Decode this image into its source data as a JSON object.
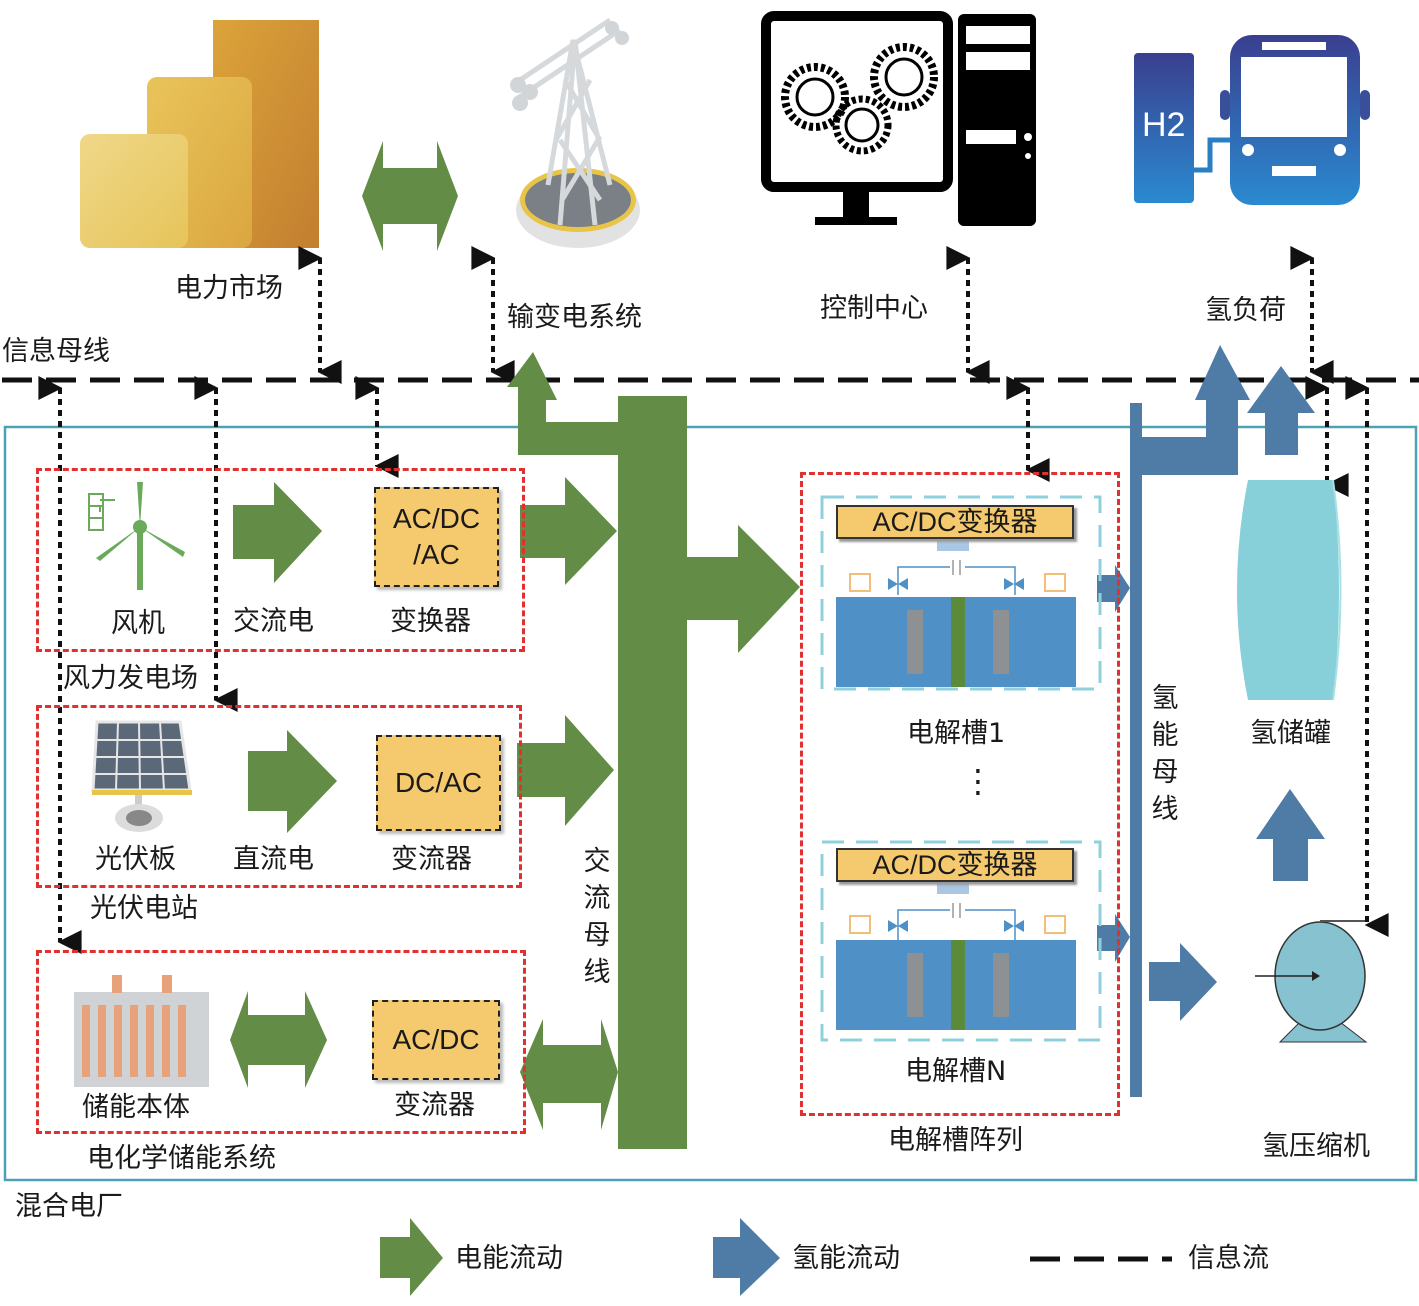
{
  "top": {
    "market": "电力市场",
    "grid": "输变电系统",
    "control": "控制中心",
    "h2load": "氢负荷",
    "h2_icon_text": "H2"
  },
  "info_bus": "信息母线",
  "plant": {
    "title": "混合电厂",
    "wind": {
      "group": "风力发电场",
      "source": "风机",
      "flow": "交流电",
      "converter_text": "AC/DC\n/AC",
      "converter_line1": "AC/DC",
      "converter_line2": "/AC",
      "converter": "变换器"
    },
    "pv": {
      "group": "光伏电站",
      "source": "光伏板",
      "flow": "直流电",
      "converter_text": "DC/AC",
      "converter": "变流器"
    },
    "storage": {
      "group": "电化学储能系统",
      "source": "储能本体",
      "converter_text": "AC/DC",
      "converter": "变流器"
    },
    "ac_bus": [
      "交",
      "流",
      "母",
      "线"
    ],
    "electrolyzer": {
      "array": "电解槽阵列",
      "converter": "AC/DC变换器",
      "cell1": "电解槽1",
      "cellN": "电解槽N",
      "ellipsis": "⋮"
    },
    "h2_bus": [
      "氢",
      "能",
      "母",
      "线"
    ],
    "tank": "氢储罐",
    "compressor": "氢压缩机"
  },
  "legend": {
    "electric": "电能流动",
    "hydrogen": "氢能流动",
    "info": "信息流"
  },
  "colors": {
    "electric": "#638c46",
    "hydrogen": "#4f7ca6",
    "info": "#111111",
    "group_border": "#e03030",
    "plant_border": "#4aa3b5",
    "converter_fill": "#f5c96e",
    "tank": "#87cfd9"
  }
}
